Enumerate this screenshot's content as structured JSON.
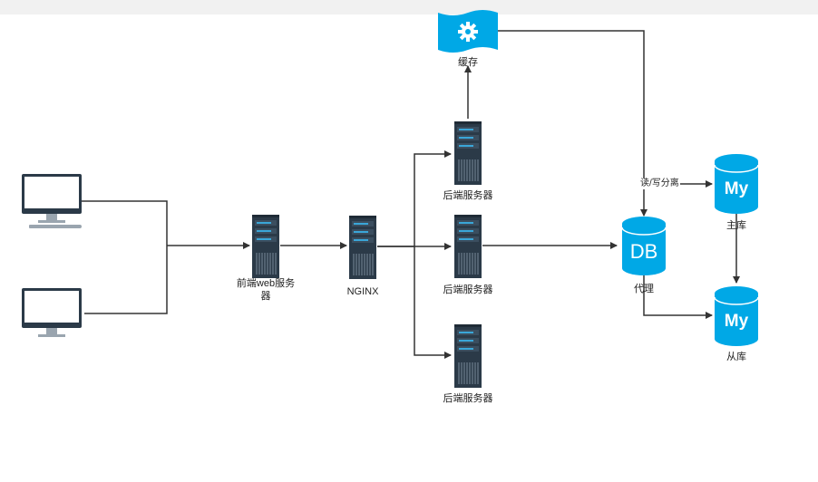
{
  "nodes": {
    "client_1": {
      "icon": "monitor-icon"
    },
    "client_2": {
      "icon": "monitor-icon"
    },
    "frontend_server": {
      "label": "前端web服务器",
      "icon": "server-icon"
    },
    "nginx": {
      "label": "NGINX",
      "icon": "server-icon"
    },
    "cache": {
      "label": "缓存",
      "icon": "gear-icon"
    },
    "backend_1": {
      "label": "后端服务器",
      "icon": "server-icon"
    },
    "backend_2": {
      "label": "后端服务器",
      "icon": "server-icon"
    },
    "backend_3": {
      "label": "后端服务器",
      "icon": "server-icon"
    },
    "db_proxy": {
      "label": "代理",
      "icon_text": "DB"
    },
    "master_db": {
      "label": "主库",
      "icon_text": "My"
    },
    "slave_db": {
      "label": "从库",
      "icon_text": "My"
    }
  },
  "edges": {
    "read_write_split": {
      "label": "读/写分离"
    }
  },
  "colors": {
    "accent": "#00a8e6",
    "server_dark": "#2b3a48",
    "edge": "#333333"
  }
}
